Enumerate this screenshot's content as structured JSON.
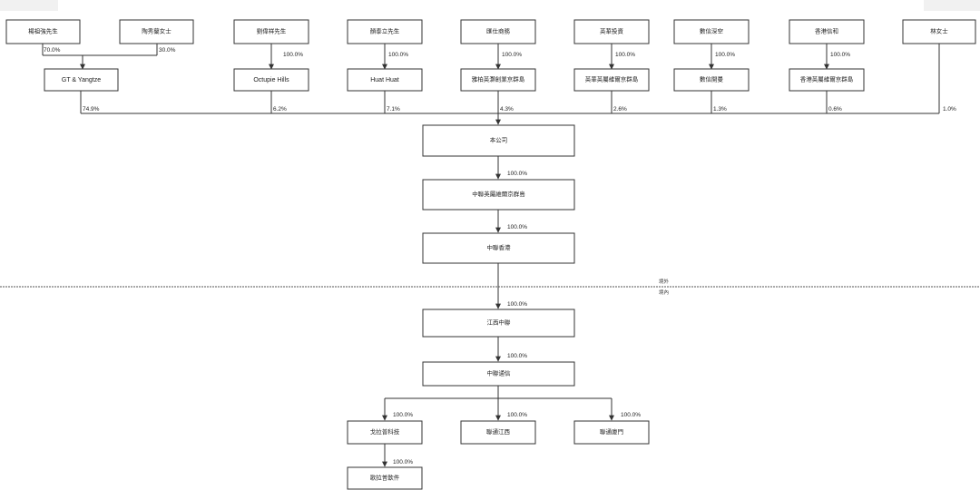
{
  "colors": {
    "line": "#333333",
    "box_fill": "#ffffff",
    "text": "#222222"
  },
  "shareholders": {
    "mr_yeo": "楊祖強先生",
    "ms_tao": "陶秀蘭女士",
    "mr_lau": "劉偉祥先生",
    "mr_ngan": "顏泰立先生",
    "gulf": "匯仕商務",
    "yingfa": "英華投資",
    "shuxin": "數信深空",
    "xinyi": "香港信和",
    "ms_lin": "林女士"
  },
  "holdcos": {
    "gt": "GT & Yangtze",
    "octupie": "Octupie Hills",
    "huat": "Huat Huat",
    "gulf_holdco": "雅柏英灝創業京群島",
    "yingfa_holdco": "英華英屬維爾京群島",
    "shuxin_holdco": "數信開曼",
    "xinyi_holdco": "香港英屬維爾京群島"
  },
  "company": {
    "main": "本公司",
    "bvi": "中聯英屬維爾京群島",
    "hk": "中聯香港",
    "jiangxi": "江西中聯",
    "comm": "中聯通信",
    "tech": "戈拉普科技",
    "jx": "聯通江西",
    "xiamen": "聯通廈門",
    "soft": "歌拉普軟件"
  },
  "zones": {
    "offshore": "境外",
    "onshore": "境內"
  },
  "percentages": {
    "yeo_gt": "70.0%",
    "tao_gt": "30.0%",
    "lau_oct": "100.0%",
    "ngan_huat": "100.0%",
    "gulf_h": "100.0%",
    "ying_h": "100.0%",
    "shu_h": "100.0%",
    "xin_h": "100.0%",
    "gt_co": "74.9%",
    "oct_co": "6.2%",
    "huat_co": "7.1%",
    "gulf_co": "4.3%",
    "ying_co": "2.6%",
    "shu_co": "1.3%",
    "xin_co": "0.6%",
    "lin_co": "1.0%",
    "co_bvi": "100.0%",
    "bvi_hk": "100.0%",
    "hk_jx": "100.0%",
    "jx_comm": "100.0%",
    "comm_tech": "100.0%",
    "comm_jx2": "100.0%",
    "comm_xm": "100.0%",
    "tech_soft": "100.0%"
  }
}
